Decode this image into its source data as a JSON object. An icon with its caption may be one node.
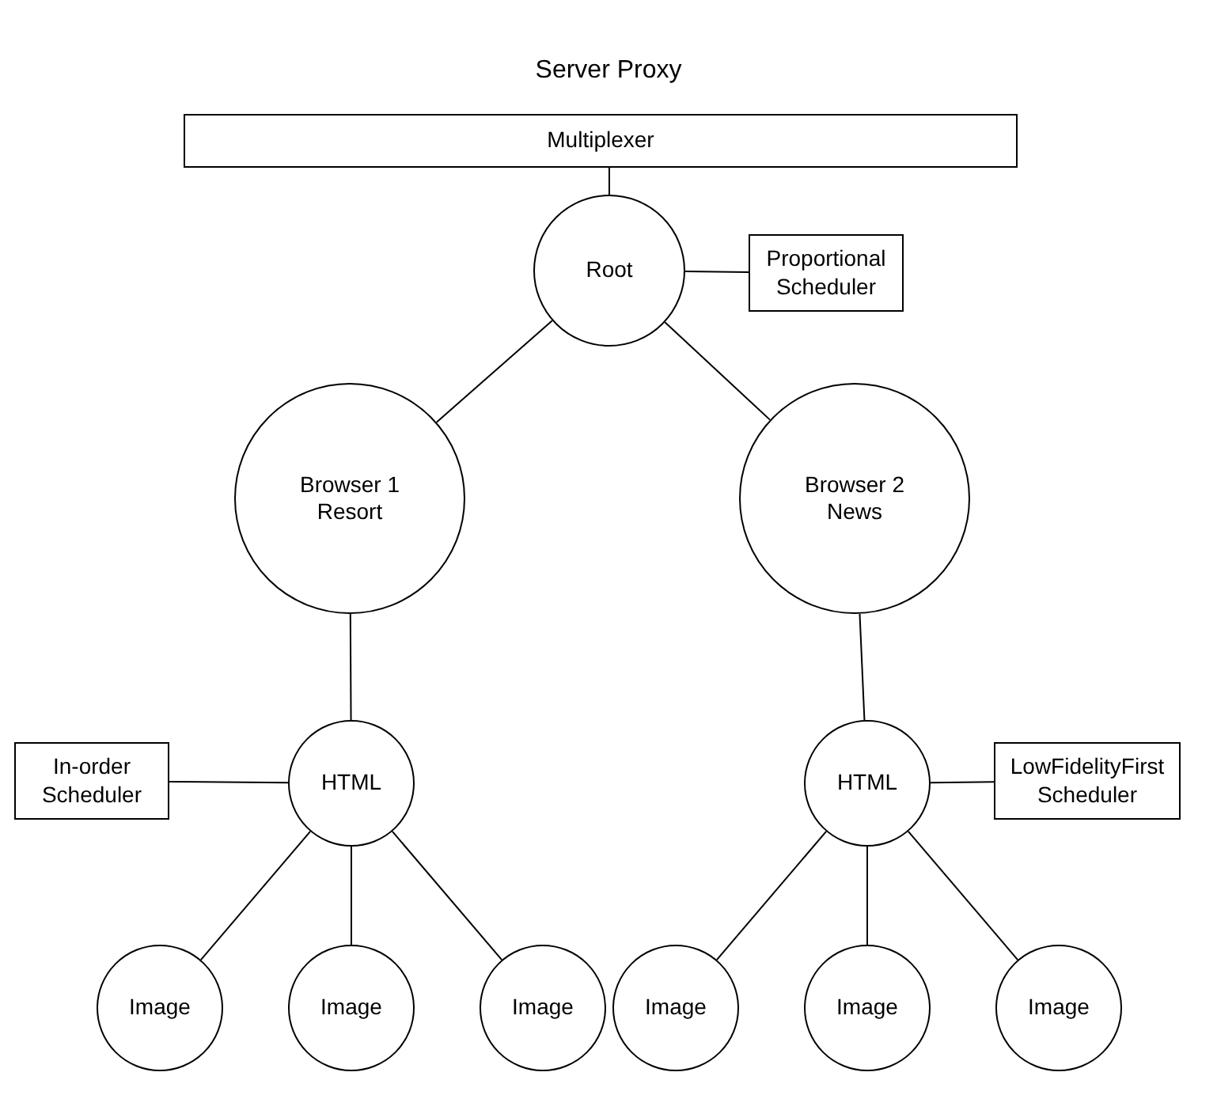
{
  "diagram": {
    "title": "Server Proxy",
    "nodes": [
      {
        "text": [
          "Multiplexer"
        ]
      },
      {
        "text": [
          "Root"
        ]
      },
      {
        "text": [
          "Proportional Scheduler"
        ]
      },
      {
        "text": [
          "Browser 1 Resort"
        ]
      },
      {
        "text": [
          "Browser 2 News"
        ]
      },
      {
        "text": [
          "In-order Scheduler"
        ]
      },
      {
        "text": [
          "HTML"
        ]
      },
      {
        "text": [
          "HTML"
        ]
      },
      {
        "text": [
          "LowFidelityFirst Scheduler"
        ]
      },
      {
        "text": [
          "Image"
        ]
      },
      {
        "text": [
          "Image"
        ]
      },
      {
        "text": [
          "Image"
        ]
      },
      {
        "text": [
          "Image"
        ]
      },
      {
        "text": [
          "Image"
        ]
      },
      {
        "text": [
          "Image"
        ]
      }
    ],
    "edges": [
      {
        "from": 0,
        "to": 1,
        "arrow": "none"
      },
      {
        "from": 1,
        "to": 2,
        "arrow": "none"
      },
      {
        "from": 1,
        "to": 3,
        "arrow": "none"
      },
      {
        "from": 1,
        "to": 4,
        "arrow": "none"
      },
      {
        "from": 3,
        "to": 6,
        "arrow": "none"
      },
      {
        "from": 5,
        "to": 6,
        "arrow": "none"
      },
      {
        "from": 4,
        "to": 7,
        "arrow": "none"
      },
      {
        "from": 7,
        "to": 8,
        "arrow": "none"
      },
      {
        "from": 6,
        "to": 9,
        "arrow": "none"
      },
      {
        "from": 6,
        "to": 10,
        "arrow": "none"
      },
      {
        "from": 6,
        "to": 11,
        "arrow": "none"
      },
      {
        "from": 7,
        "to": 12,
        "arrow": "none"
      },
      {
        "from": 7,
        "to": 13,
        "arrow": "none"
      },
      {
        "from": 7,
        "to": 14,
        "arrow": "none"
      }
    ]
  }
}
